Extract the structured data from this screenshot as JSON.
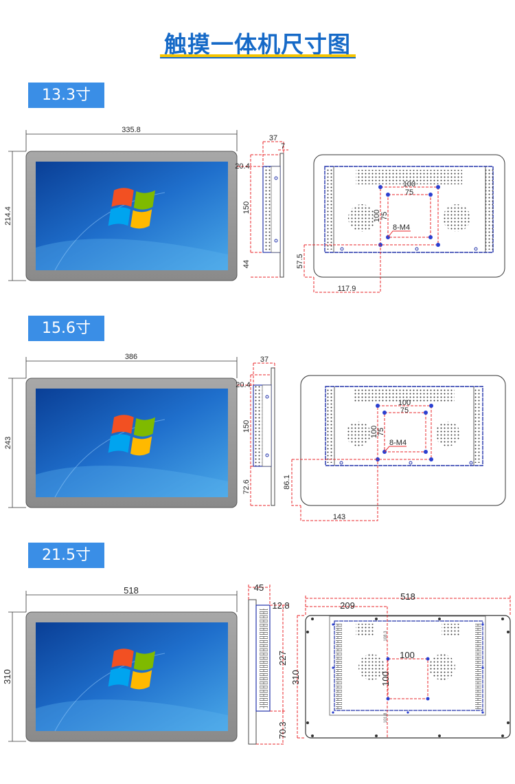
{
  "title": "触摸一体机尺寸图",
  "colors": {
    "title": "#1569c7",
    "label_bg": "#3a8ee6",
    "dimension_red": "#e8262a",
    "outline_blue": "#2233aa"
  },
  "sections": [
    {
      "label": "13.3寸",
      "front": {
        "width": "335.8",
        "height": "214.4"
      },
      "side": {
        "depth": "37",
        "glass": "7",
        "top": "20.4",
        "mount": "150",
        "bottom": "44"
      },
      "back": {
        "vesa_outer": "100",
        "vesa_inner": "75",
        "vesa_outer_v": "100",
        "vesa_inner_v": "75",
        "screw": "8-M4",
        "offset_y": "57.5",
        "offset_x": "117.9"
      }
    },
    {
      "label": "15.6寸",
      "front": {
        "width": "386",
        "height": "243"
      },
      "side": {
        "depth": "37",
        "top": "20.4",
        "mount": "150",
        "bottom": "72.6"
      },
      "back": {
        "vesa_outer": "100",
        "vesa_inner": "75",
        "vesa_outer_v": "100",
        "vesa_inner_v": "75",
        "screw": "8-M4",
        "offset_y": "86.1",
        "offset_x": "143"
      }
    },
    {
      "label": "21.5寸",
      "front": {
        "width": "518",
        "height": "310"
      },
      "side": {
        "depth": "45",
        "top": "12.8",
        "mount": "227",
        "bottom": "70.3"
      },
      "back": {
        "width": "518",
        "offset_x": "209",
        "height": "310",
        "vesa_h": "100",
        "vesa_v": "100",
        "top_gap": "108.3",
        "bottom_gap": "101.8"
      }
    }
  ]
}
